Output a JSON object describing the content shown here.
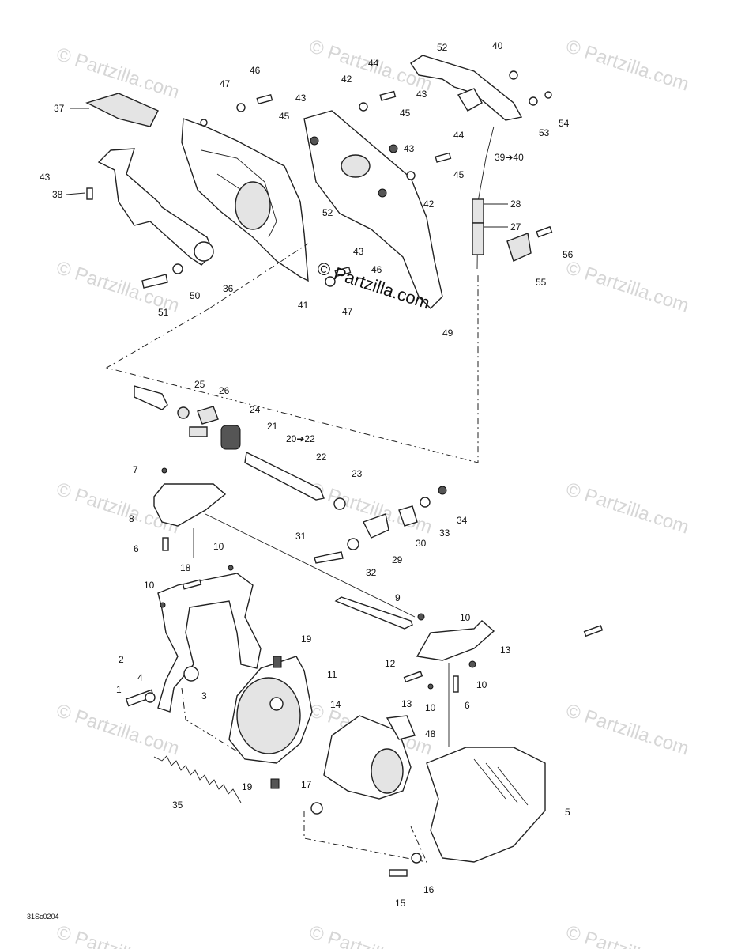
{
  "watermarks": [
    "© Partzilla.com"
  ],
  "center_watermark": "© Partzilla.com",
  "diagram_code": "31Sc0204",
  "labels": {
    "l37": "37",
    "l38": "38",
    "l43a": "43",
    "l47a": "47",
    "l46a": "46",
    "l43b": "43",
    "l45a": "45",
    "l42a": "42",
    "l44a": "44",
    "l43c": "43",
    "l45b": "45",
    "l52a": "52",
    "l40": "40",
    "l53": "53",
    "l54": "54",
    "l39_40": "39➔40",
    "l44b": "44",
    "l43d": "43",
    "l45c": "45",
    "l42b": "42",
    "l52b": "52",
    "l28": "28",
    "l27": "27",
    "l56": "56",
    "l55": "55",
    "l43e": "43",
    "l46b": "46",
    "l47b": "47",
    "l49": "49",
    "l41": "41",
    "l36": "36",
    "l50": "50",
    "l51": "51",
    "l25": "25",
    "l26": "26",
    "l24": "24",
    "l21": "21",
    "l20_22": "20➔22",
    "l22": "22",
    "l7": "7",
    "l23": "23",
    "l34": "34",
    "l33": "33",
    "l8": "8",
    "l30": "30",
    "l6a": "6",
    "l31": "31",
    "l29": "29",
    "l32": "32",
    "l10a": "10",
    "l18": "18",
    "l10b": "10",
    "l9": "9",
    "l10c": "10",
    "l13a": "13",
    "l19a": "19",
    "l12": "12",
    "l2": "2",
    "l11": "11",
    "l10d": "10",
    "l4": "4",
    "l1": "1",
    "l3": "3",
    "l13b": "13",
    "l10e": "10",
    "l6b": "6",
    "l14": "14",
    "l48": "48",
    "l5": "5",
    "l35": "35",
    "l19b": "19",
    "l17": "17",
    "l16": "16",
    "l15": "15"
  }
}
